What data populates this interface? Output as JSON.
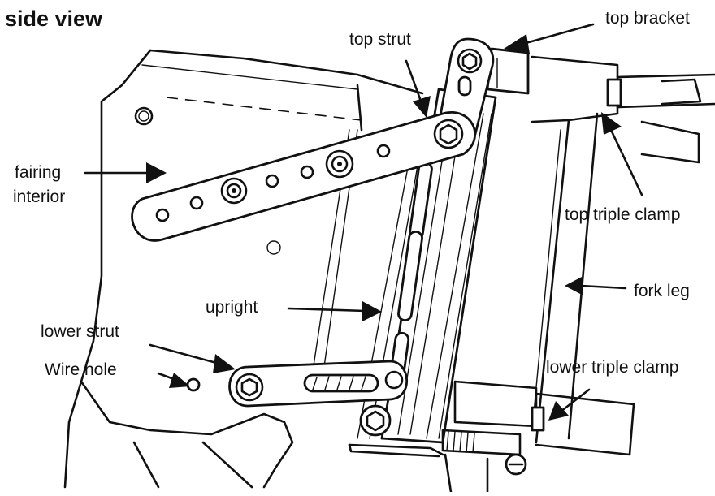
{
  "title": "side view",
  "labels": {
    "top_bracket": "top bracket",
    "top_strut": "top strut",
    "fairing_interior_line1": "fairing",
    "fairing_interior_line2": "interior",
    "top_triple_clamp": "top triple clamp",
    "fork_leg": "fork leg",
    "upright": "upright",
    "lower_strut": "lower strut",
    "wire_hole": "Wire hole",
    "lower_triple_clamp": "lower triple clamp"
  },
  "colors": {
    "ink": "#111111",
    "paper": "#ffffff"
  },
  "icons": {
    "arrows": "arrow-icon",
    "bolts": "hex-bolt-icon"
  }
}
